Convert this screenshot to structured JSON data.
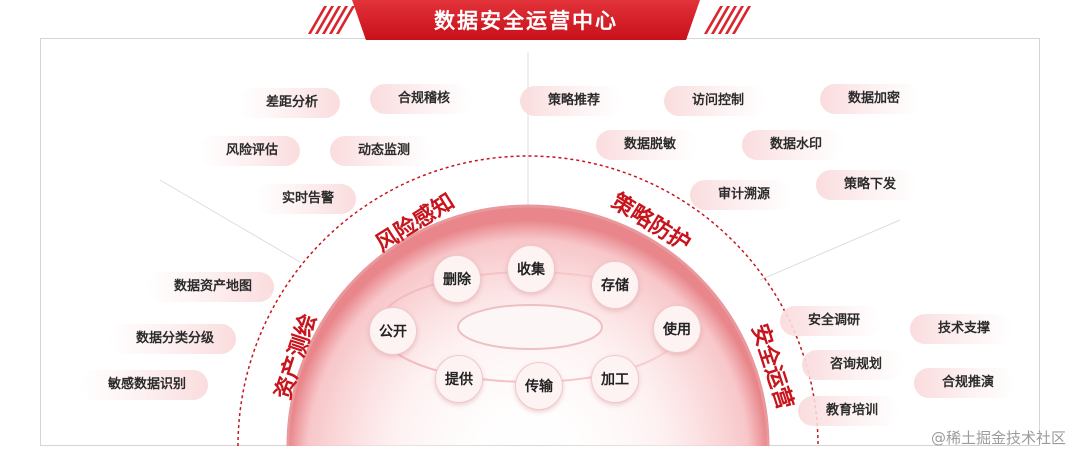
{
  "title": "数据安全运营中心",
  "sectors": {
    "risk": "风险感知",
    "strategy": "策略防护",
    "asset": "资产测绘",
    "ops": "安全运营"
  },
  "lifecycle": [
    "收集",
    "存储",
    "使用",
    "加工",
    "传输",
    "提供",
    "公开",
    "删除"
  ],
  "risk_items": [
    "差距分析",
    "合规稽核",
    "风险评估",
    "动态监测",
    "实时告警"
  ],
  "strategy_items": [
    "策略推荐",
    "访问控制",
    "数据加密",
    "数据脱敏",
    "数据水印",
    "审计溯源",
    "策略下发"
  ],
  "asset_items": [
    "数据资产地图",
    "数据分类分级",
    "敏感数据识别"
  ],
  "ops_items": [
    "安全调研",
    "技术支撑",
    "咨询规划",
    "合规推演",
    "教育培训"
  ],
  "watermark": "@稀土掘金技术社区",
  "colors": {
    "accent": "#c8141c",
    "pill": "#fadadc",
    "border": "#d5d5d5"
  }
}
